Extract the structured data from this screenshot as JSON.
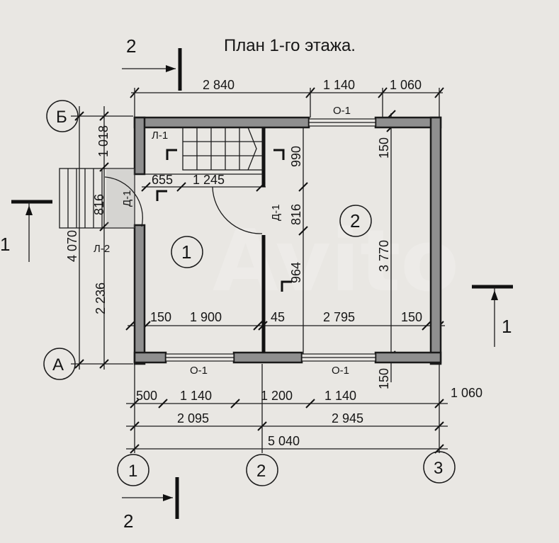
{
  "title": "План 1-го этажа.",
  "section_marks": {
    "top": "2",
    "bottom": "2",
    "left": "1",
    "right": "1"
  },
  "axes": {
    "a": "А",
    "b": "Б",
    "n1": "1",
    "n2": "2",
    "n3": "3"
  },
  "rooms": {
    "r1": "1",
    "r2": "2"
  },
  "labels": {
    "stair_l1": "Л-1",
    "stair_l2": "Л-2",
    "door_d1_left": "Д-1",
    "door_d1_mid": "Д-1",
    "window_top": "О-1",
    "window_bottom_left": "О-1",
    "window_bottom_right": "О-1"
  },
  "dims": {
    "top_2840": "2 840",
    "top_1140": "1 140",
    "top_1060": "1 060",
    "left_1018": "1 018",
    "left_816": "816",
    "left_4070": "4 070",
    "left_2236": "2 236",
    "inner_655": "655",
    "inner_1245": "1 245",
    "inner_990": "990",
    "inner_816": "816",
    "inner_964": "964",
    "inner_150_top": "150",
    "inner_3770": "3 770",
    "row_150_left": "150",
    "row_1900": "1 900",
    "row_45": "45",
    "row_2795": "2 795",
    "row_150_right": "150",
    "bot_150": "150",
    "bot_500": "500",
    "bot_1140_a": "1 140",
    "bot_1200": "1 200",
    "bot_1140_b": "1 140",
    "bot_1060": "1 060",
    "bot_2095": "2 095",
    "bot_2945": "2 945",
    "bot_5040": "5 040"
  },
  "watermark": "Avito"
}
